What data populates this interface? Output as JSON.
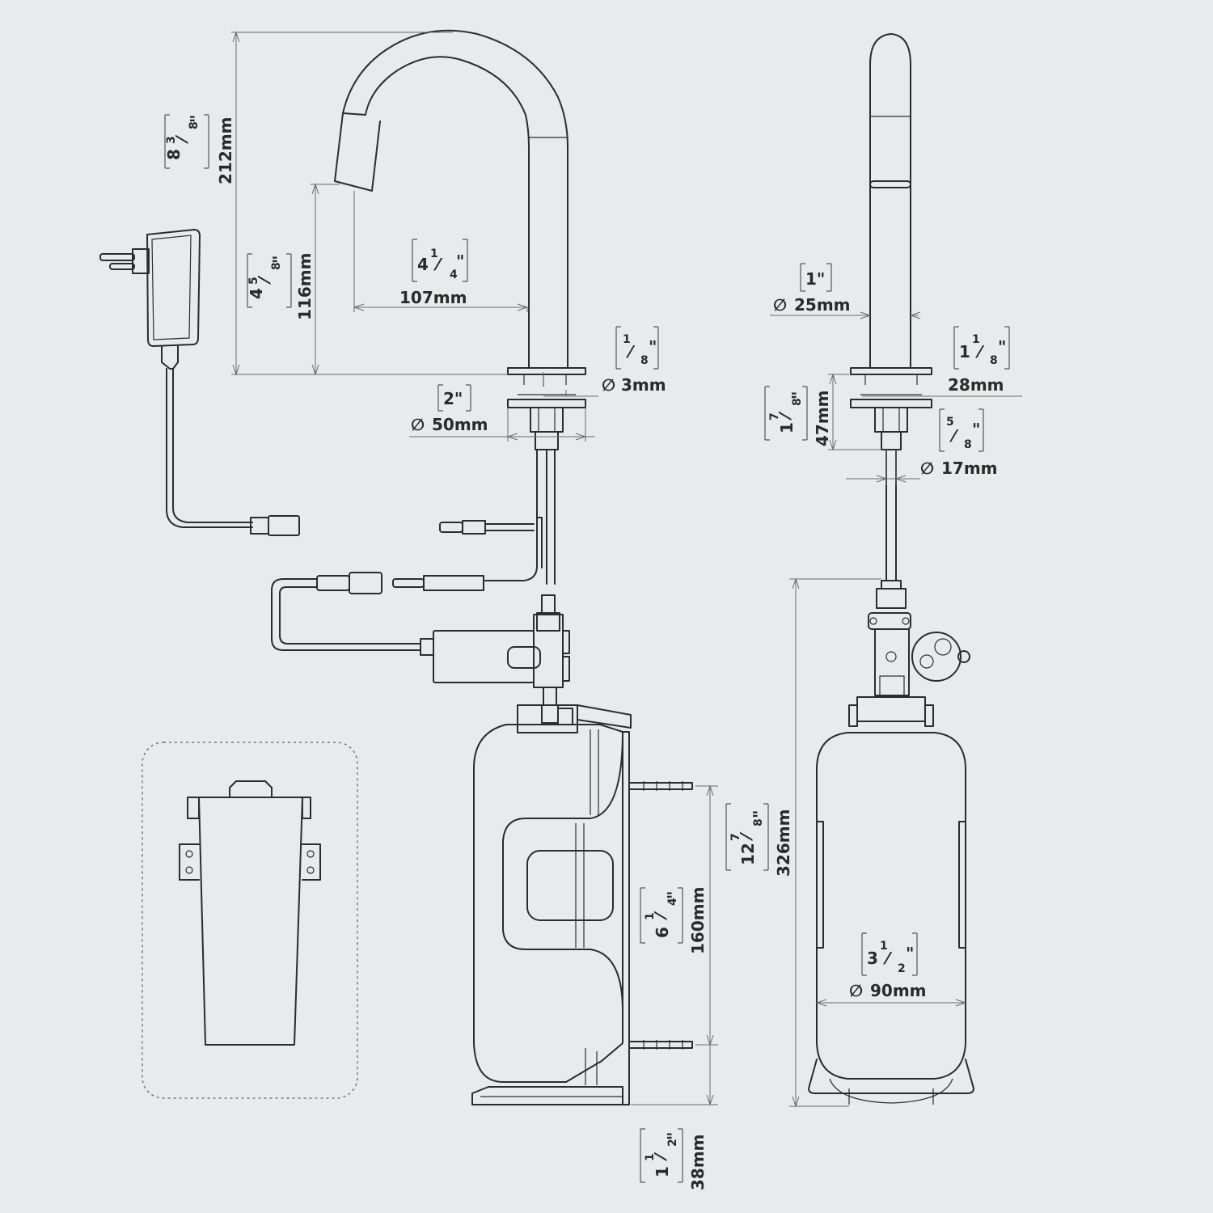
{
  "dimensions": {
    "spout_height": {
      "mm": "212mm",
      "whole": "8",
      "num": "3",
      "den": "8"
    },
    "spout_clearance": {
      "mm": "116mm",
      "whole": "4",
      "num": "5",
      "den": "8"
    },
    "spout_reach": {
      "mm": "107mm",
      "whole": "4",
      "num": "1",
      "den": "4"
    },
    "hole_small": {
      "mm": "3mm",
      "num": "1",
      "den": "8"
    },
    "base_diameter": {
      "mm": "50mm",
      "inch": "2\""
    },
    "tube_diameter": {
      "mm": "25mm",
      "inch": "1\""
    },
    "deck_thickness": {
      "mm": "28mm",
      "whole": "1",
      "num": "1",
      "den": "8"
    },
    "mount_height": {
      "mm": "47mm",
      "whole": "1",
      "num": "7",
      "den": "8"
    },
    "shank_diameter": {
      "mm": "17mm",
      "num": "5",
      "den": "8"
    },
    "tank_height": {
      "mm": "326mm",
      "whole": "12",
      "num": "7",
      "den": "8"
    },
    "bracket_span": {
      "mm": "160mm",
      "whole": "6",
      "num": "1",
      "den": "4"
    },
    "tank_diameter": {
      "mm": "90mm",
      "whole": "3",
      "num": "1",
      "den": "2"
    },
    "base_clearance": {
      "mm": "38mm",
      "whole": "1",
      "num": "1",
      "den": "2"
    }
  },
  "symbols": {
    "diameter": "∅",
    "inch_mark": "\""
  }
}
